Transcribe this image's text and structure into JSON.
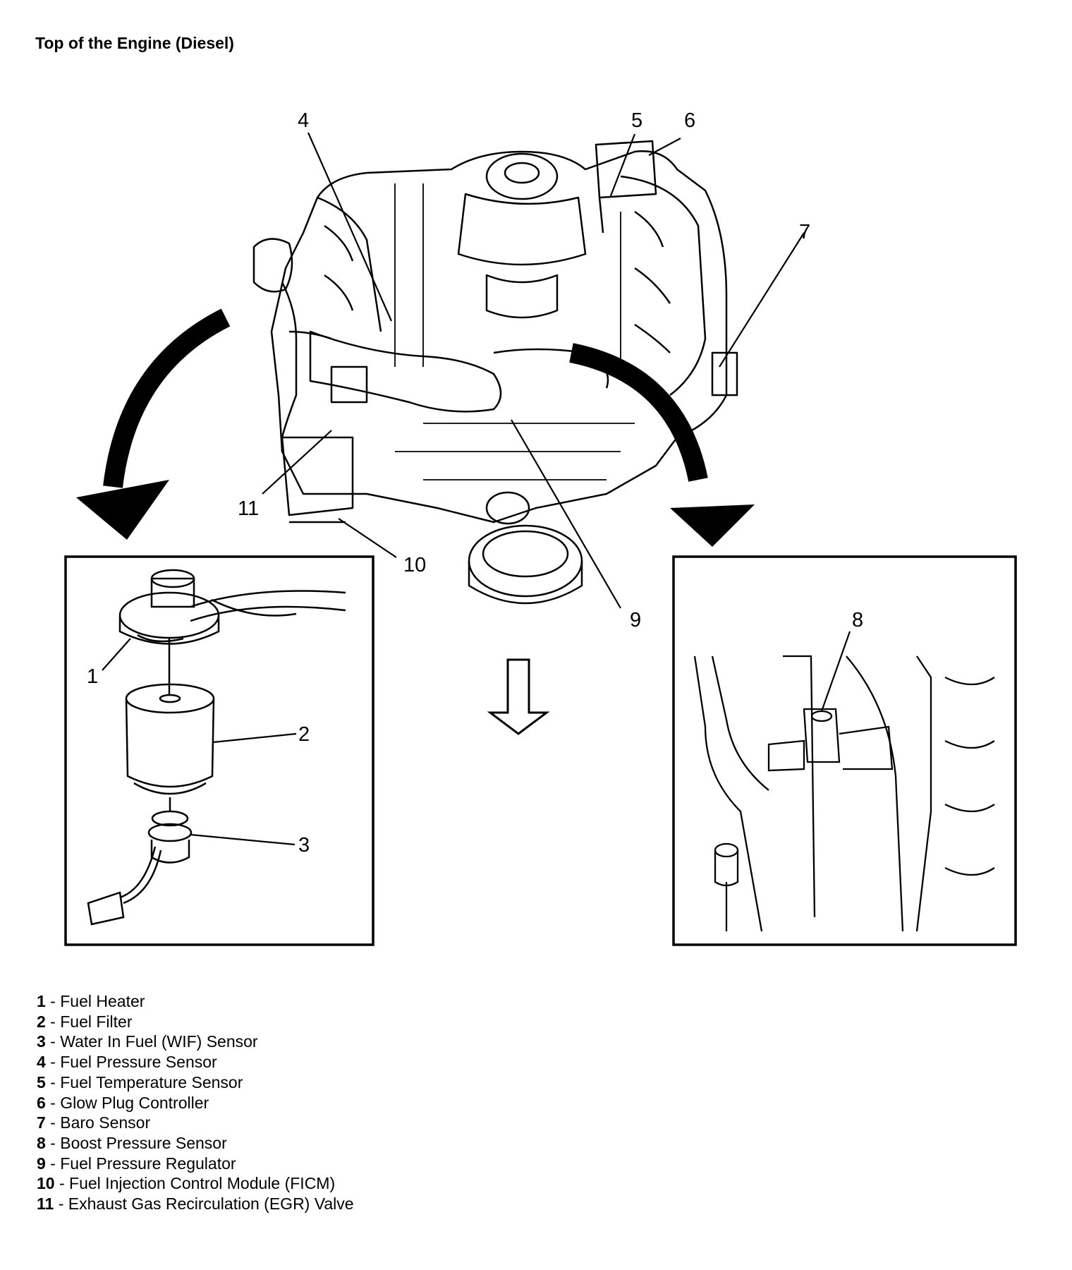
{
  "page": {
    "title": "Top of the Engine (Diesel)"
  },
  "callouts": [
    "1",
    "2",
    "3",
    "4",
    "5",
    "6",
    "7",
    "8",
    "9",
    "10",
    "11"
  ],
  "legend": [
    {
      "num": "1",
      "sep": " - ",
      "text": "Fuel Heater"
    },
    {
      "num": "2",
      "sep": " - ",
      "text": "Fuel Filter"
    },
    {
      "num": "3",
      "sep": " - ",
      "text": "Water In Fuel (WIF) Sensor"
    },
    {
      "num": "4",
      "sep": " - ",
      "text": "Fuel Pressure Sensor"
    },
    {
      "num": "5",
      "sep": " - ",
      "text": "Fuel Temperature Sensor"
    },
    {
      "num": "6",
      "sep": " - ",
      "text": "Glow Plug Controller"
    },
    {
      "num": "7",
      "sep": " - ",
      "text": "Baro Sensor"
    },
    {
      "num": "8",
      "sep": " - ",
      "text": "Boost Pressure Sensor"
    },
    {
      "num": "9",
      "sep": " - ",
      "text": "Fuel Pressure Regulator"
    },
    {
      "num": "10",
      "sep": " - ",
      "text": "Fuel Injection Control Module (FICM)"
    },
    {
      "num": "11",
      "sep": " - ",
      "text": "Exhaust Gas Recirculation (EGR) Valve"
    }
  ]
}
